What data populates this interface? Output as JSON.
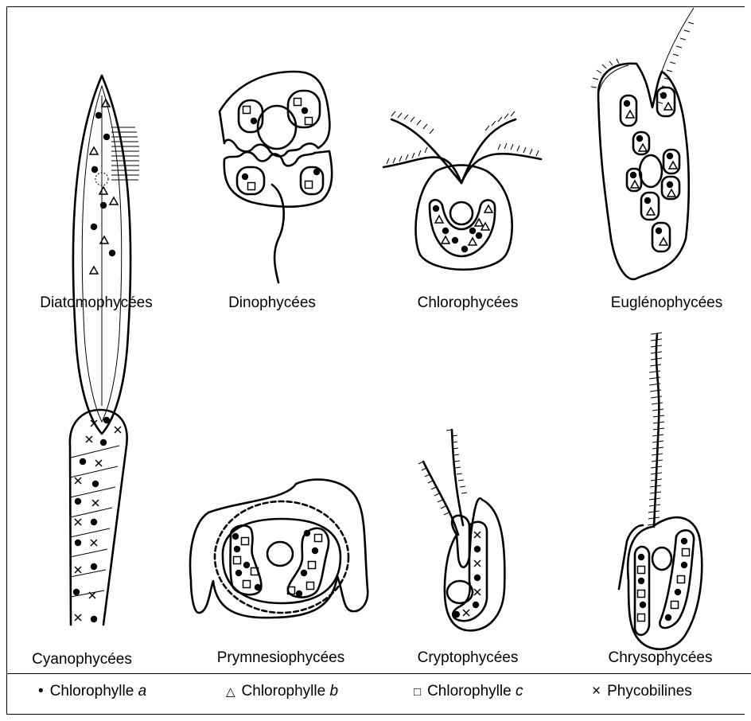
{
  "organisms": [
    {
      "label": "Diatomophycées"
    },
    {
      "label": "Dinophycées"
    },
    {
      "label": "Chlorophycées"
    },
    {
      "label": "Euglénophycées"
    },
    {
      "label": "Cyanophycées"
    },
    {
      "label": "Prymnesiophycées"
    },
    {
      "label": "Cryptophycées"
    },
    {
      "label": "Chrysophycées"
    }
  ],
  "legend": [
    {
      "symbol": "•",
      "text": "Chlorophylle ",
      "italic": "a"
    },
    {
      "symbol": "△",
      "text": "Chlorophylle ",
      "italic": "b"
    },
    {
      "symbol": "□",
      "text": "Chlorophylle ",
      "italic": "c"
    },
    {
      "symbol": "×",
      "text": "Phycobilines",
      "italic": ""
    }
  ]
}
